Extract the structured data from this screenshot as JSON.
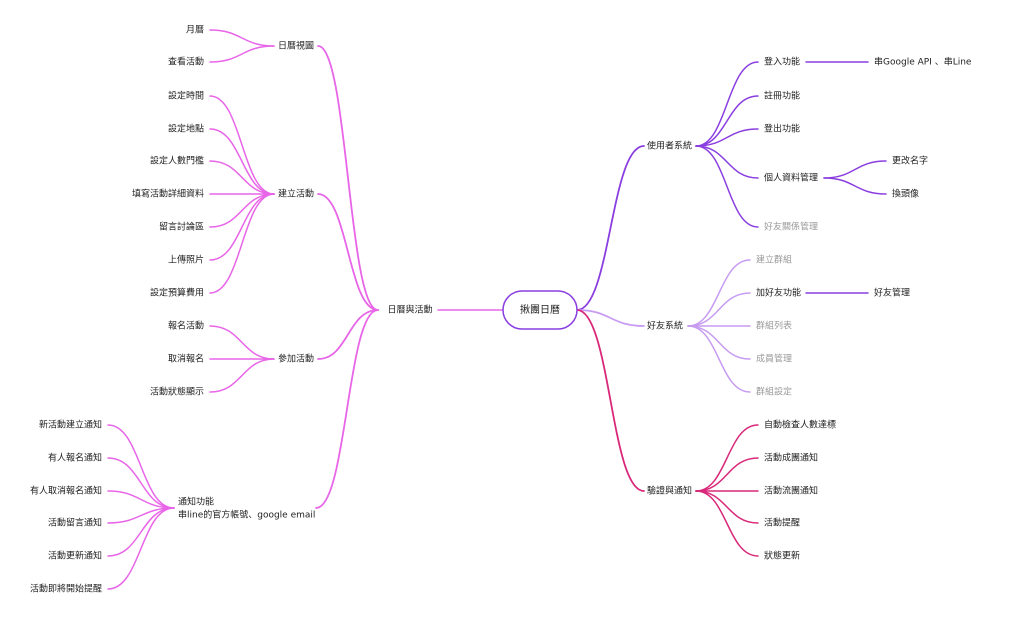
{
  "colors": {
    "pink": "#e865e8",
    "purple": "#8a3ee0",
    "lavender": "#c79cf2",
    "crimson": "#d9287a",
    "root_border": "#8a3ee0",
    "text": "#222222",
    "muted_text": "#9a9a9a"
  },
  "mindmap": {
    "root": "揪團日曆",
    "left_branch": {
      "label": "日曆與活動",
      "children": [
        {
          "label": "日曆視圖",
          "children": [
            "月曆",
            "查看活動"
          ]
        },
        {
          "label": "建立活動",
          "children": [
            "設定時間",
            "設定地點",
            "設定人數門檻",
            "填寫活動詳細資料",
            "留言討論區",
            "上傳照片",
            "設定預算費用"
          ]
        },
        {
          "label": "參加活動",
          "children": [
            "報名活動",
            "取消報名",
            "活動狀態顯示"
          ]
        },
        {
          "label_lines": [
            "通知功能",
            "串line的官方帳號、google email"
          ],
          "children": [
            "新活動建立通知",
            "有人報名通知",
            "有人取消報名通知",
            "活動留言通知",
            "活動更新通知",
            "活動即將開始提醒"
          ]
        }
      ]
    },
    "right_branches": [
      {
        "label": "使用者系統",
        "children": [
          {
            "label": "登入功能",
            "child": "串Google API 、串Line"
          },
          {
            "label": "註冊功能"
          },
          {
            "label": "登出功能"
          },
          {
            "label": "個人資料管理",
            "children": [
              "更改名字",
              "換頭像"
            ]
          },
          {
            "label": "好友關係管理",
            "muted": true
          }
        ]
      },
      {
        "label": "好友系統",
        "children": [
          {
            "label": "建立群組",
            "muted": true
          },
          {
            "label": "加好友功能",
            "child": "好友管理"
          },
          {
            "label": "群組列表",
            "muted": true
          },
          {
            "label": "成員管理",
            "muted": true
          },
          {
            "label": "群組設定",
            "muted": true
          }
        ]
      },
      {
        "label": "驗證與通知",
        "children": [
          {
            "label": "自動檢查人數達標"
          },
          {
            "label": "活動成團通知"
          },
          {
            "label": "活動流團通知"
          },
          {
            "label": "活動提醒"
          },
          {
            "label": "狀態更新"
          }
        ]
      }
    ]
  }
}
